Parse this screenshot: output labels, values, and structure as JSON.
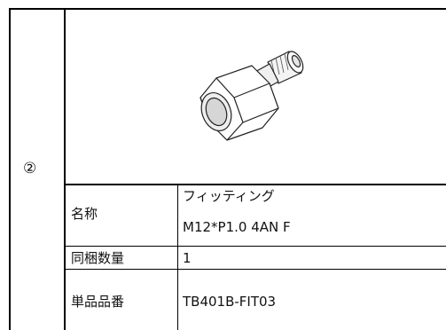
{
  "row": {
    "index": "②",
    "image_icon": "fitting-illustration"
  },
  "spec_table": {
    "name_label": "名称",
    "name_value_line1": "フィッティング",
    "name_value_line2": "M12*P1.0 4AN F",
    "quantity_label": "同梱数量",
    "quantity_value": "1",
    "part_number_label": "単品品番",
    "part_number_value": "TB401B-FIT03"
  }
}
